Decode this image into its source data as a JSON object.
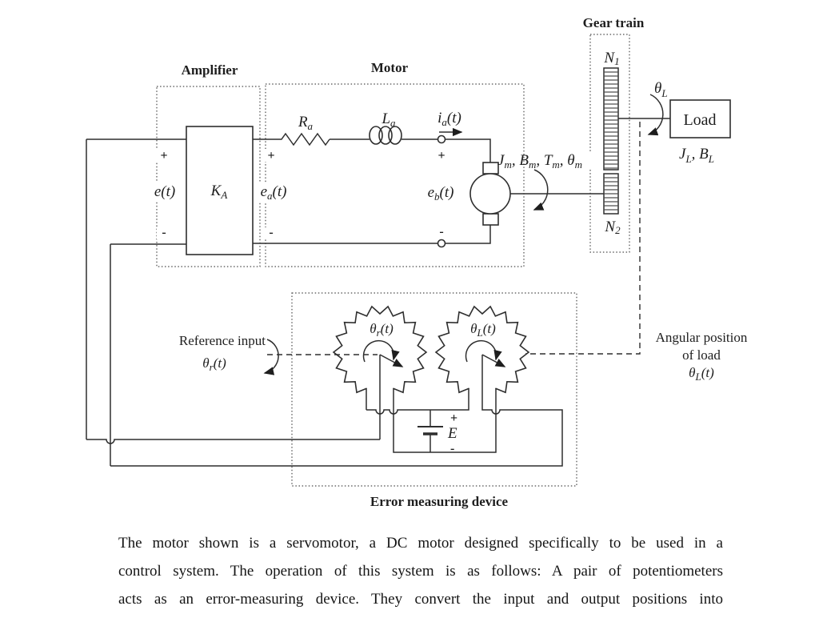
{
  "titles": {
    "amplifier": "Amplifier",
    "motor": "Motor",
    "gear_train": "Gear train",
    "error_device": "Error measuring device",
    "load": "Load"
  },
  "amplifier": {
    "plus_in": "+",
    "minus_in": "-",
    "input_label": "e(t)",
    "gain": {
      "b": "K",
      "s": "A"
    },
    "plus_out": "+",
    "minus_out": "-",
    "output": {
      "b": "e",
      "s": "a",
      "t": "(t)"
    }
  },
  "motor": {
    "resistance": {
      "b": "R",
      "s": "a"
    },
    "inductance": {
      "b": "L",
      "s": "a"
    },
    "current": {
      "b": "i",
      "s": "a",
      "t": "(t)"
    },
    "plus_emf": "+",
    "minus_emf": "-",
    "back_emf": {
      "b": "e",
      "s": "b",
      "t": "(t)"
    },
    "params": [
      {
        "b": "J",
        "s": "m"
      },
      {
        "b": ", B",
        "s": "m"
      },
      {
        "b": ", T",
        "s": "m"
      },
      {
        "b": ", θ",
        "s": "m"
      }
    ]
  },
  "gear": {
    "n1": {
      "b": "N",
      "s": "1"
    },
    "n2": {
      "b": "N",
      "s": "2"
    }
  },
  "load": {
    "theta": {
      "b": "θ",
      "s": "L"
    },
    "params": [
      {
        "b": "J",
        "s": "L"
      },
      {
        "b": ", B",
        "s": "L"
      }
    ]
  },
  "reference": {
    "label": "Reference input",
    "theta": {
      "b": "θ",
      "s": "r",
      "t": "(t)"
    }
  },
  "pots": {
    "left": {
      "b": "θ",
      "s": "r",
      "t": "(t)"
    },
    "right": {
      "b": "θ",
      "s": "L",
      "t": "(t)"
    }
  },
  "battery": {
    "plus": "+",
    "label": "E",
    "minus": "-"
  },
  "angular_position": {
    "line1": "Angular position",
    "line2": "of load",
    "theta": {
      "b": "θ",
      "s": "L",
      "t": "(t)"
    }
  },
  "paragraph": {
    "lines": [
      "The motor shown is a servomotor, a DC motor designed specifically to be used in a",
      "control system. The operation of this system is as follows: A pair of potentiometers",
      "acts as an error-measuring device. They convert the input and output positions into"
    ]
  }
}
